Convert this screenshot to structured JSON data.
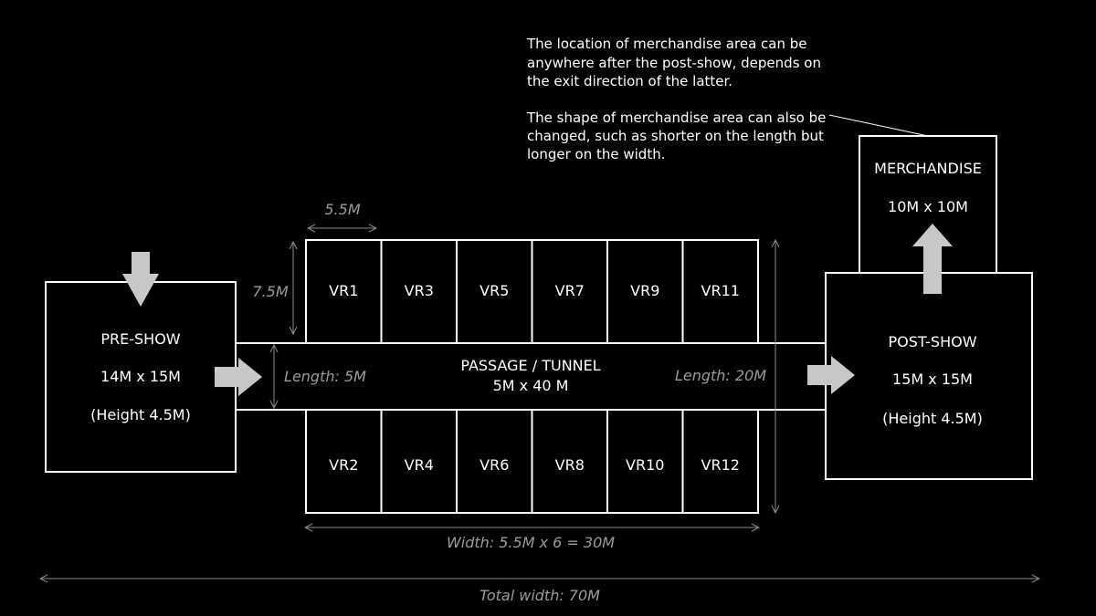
{
  "note": {
    "paragraph1": [
      "The location of merchandise area can be",
      "anywhere after the post-show, depends on",
      "the exit direction of the latter."
    ],
    "paragraph2": [
      "The shape of merchandise area can also be",
      "changed, such as shorter on the length but",
      "longer on the width."
    ]
  },
  "merchandise": {
    "name": "MERCHANDISE",
    "size": "10M x 10M"
  },
  "pre_show": {
    "name": "PRE-SHOW",
    "size": "14M x 15M",
    "height": "(Height 4.5M)"
  },
  "post_show": {
    "name": "POST-SHOW",
    "size": "15M x 15M",
    "height": "(Height 4.5M)"
  },
  "passage": {
    "name": "PASSAGE / TUNNEL",
    "size": "5M x 40 M"
  },
  "vr_top": [
    "VR1",
    "VR3",
    "VR5",
    "VR7",
    "VR9",
    "VR11"
  ],
  "vr_bottom": [
    "VR2",
    "VR4",
    "VR6",
    "VR8",
    "VR10",
    "VR12"
  ],
  "dimensions": {
    "vr_width": "5.5M",
    "vr_depth": "7.5M",
    "length_left": "Length: 5M",
    "length_right": "Length: 20M",
    "vr_row_width": "Width: 5.5M x 6 = 30M",
    "total_width": "Total width: 70M"
  },
  "colors": {
    "background": "#000000",
    "line": "#ffffff",
    "dimension": "#8c8c8c",
    "arrow": "#c8c8c8"
  }
}
